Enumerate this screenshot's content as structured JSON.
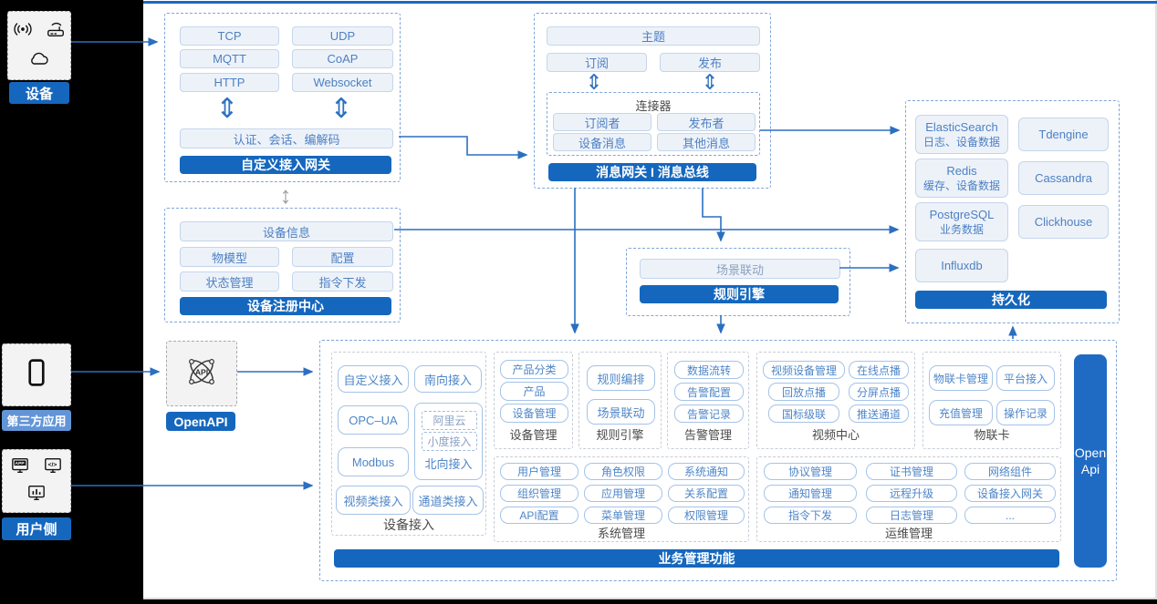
{
  "colors": {
    "primary": "#1567BE",
    "light_label": "#6395D6",
    "line": "#2B6FC0",
    "dash_blue": "#7FA6DA"
  },
  "rail": {
    "device": {
      "label": "设备",
      "icons": [
        "signal-icon",
        "router-icon",
        "cloud-icon"
      ]
    },
    "third_party": {
      "label": "第三方应用",
      "icons": [
        "phone-icon"
      ]
    },
    "user": {
      "label": "用户侧",
      "icons": [
        "app-icon",
        "code-icon",
        "chart-icon"
      ]
    }
  },
  "gateway": {
    "title": "自定义接入网关",
    "protocols": [
      "TCP",
      "UDP",
      "MQTT",
      "CoAP",
      "HTTP",
      "Websocket"
    ],
    "session": "认证、会话、编解码"
  },
  "msgbus": {
    "title": "消息网关 I 消息总线",
    "topic": "主题",
    "subscribe": "订阅",
    "publish": "发布",
    "connector": {
      "title": "连接器",
      "items": [
        "订阅者",
        "发布者",
        "设备消息",
        "其他消息"
      ]
    }
  },
  "registry": {
    "title": "设备注册中心",
    "info": "设备信息",
    "items": [
      "物模型",
      "配置",
      "状态管理",
      "指令下发"
    ]
  },
  "rule": {
    "title": "规则引擎",
    "scene": "场景联动"
  },
  "persistence": {
    "title": "持久化",
    "left": [
      {
        "name": "ElasticSearch",
        "desc": "日志、设备数据"
      },
      {
        "name": "Redis",
        "desc": "缓存、设备数据"
      },
      {
        "name": "PostgreSQL",
        "desc": "业务数据"
      },
      {
        "name": "Influxdb",
        "desc": ""
      }
    ],
    "right": [
      "Tdengine",
      "Cassandra",
      "Clickhouse"
    ]
  },
  "openapi": {
    "label": "OpenAPI",
    "icon": "api-atom-icon"
  },
  "business": {
    "title": "业务管理功能",
    "openapi_bar": "Open Api",
    "device_access": {
      "label": "设备接入",
      "items": [
        "自定义接入",
        "南向接入",
        "OPC–UA",
        "Modbus",
        "视频类接入",
        "通道类接入"
      ],
      "north": {
        "label": "北向接入",
        "items": [
          "阿里云",
          "小度接入"
        ]
      }
    },
    "device_mgmt": {
      "label": "设备管理",
      "items": [
        "产品分类",
        "产品",
        "设备管理"
      ]
    },
    "rule_engine": {
      "label": "规则引擎",
      "items": [
        "规则编排",
        "场景联动"
      ]
    },
    "alarm": {
      "label": "告警管理",
      "items": [
        "数据流转",
        "告警配置",
        "告警记录"
      ]
    },
    "video": {
      "label": "视频中心",
      "items": [
        "视频设备管理",
        "在线点播",
        "回放点播",
        "分屏点播",
        "国标级联",
        "推送通道"
      ]
    },
    "iot_card": {
      "label": "物联卡",
      "items": [
        "物联卡管理",
        "平台接入",
        "充值管理",
        "操作记录"
      ]
    },
    "system": {
      "label": "系统管理",
      "items": [
        "用户管理",
        "角色权限",
        "系统通知",
        "组织管理",
        "应用管理",
        "关系配置",
        "API配置",
        "菜单管理",
        "权限管理"
      ]
    },
    "ops": {
      "label": "运维管理",
      "items": [
        "协议管理",
        "证书管理",
        "网络组件",
        "通知管理",
        "远程升级",
        "设备接入网关",
        "指令下发",
        "日志管理",
        "..."
      ]
    }
  }
}
